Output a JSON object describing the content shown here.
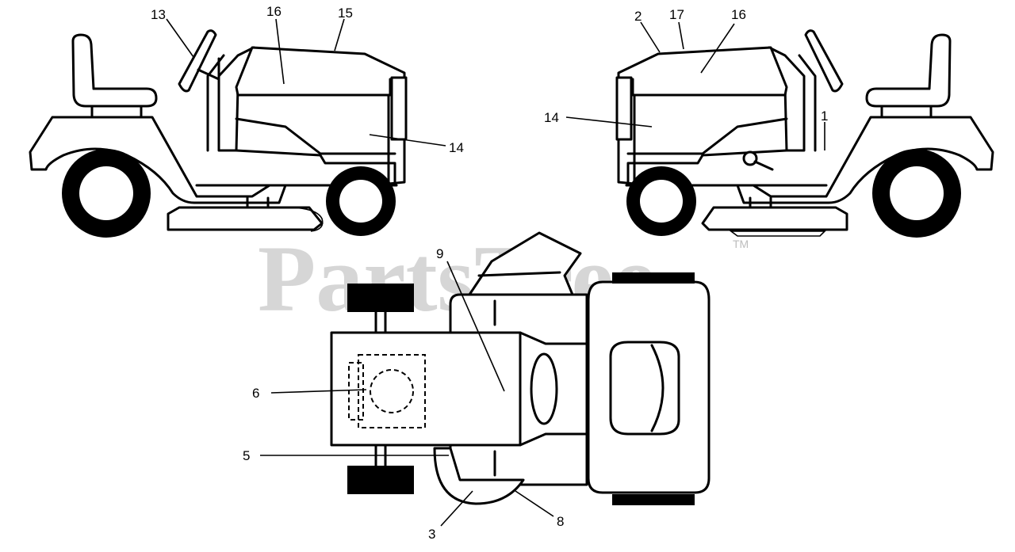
{
  "watermark": {
    "brand": "PartsTree",
    "trademark": "TM"
  },
  "callouts": {
    "left_tractor": [
      "13",
      "16",
      "15",
      "14"
    ],
    "right_tractor": [
      "2",
      "17",
      "16",
      "14",
      "1"
    ],
    "top_view": [
      "9",
      "6",
      "5",
      "3",
      "8"
    ]
  }
}
